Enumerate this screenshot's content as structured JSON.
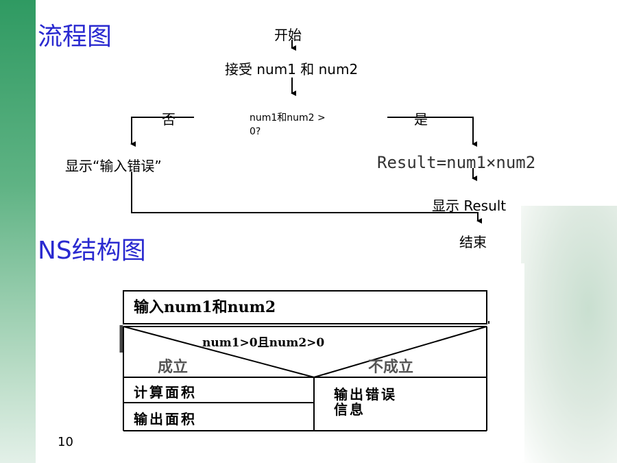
{
  "slide": {
    "title_flow": "流程图",
    "title_ns": "NS结构图",
    "page_number": "10"
  },
  "flowchart": {
    "start": "开始",
    "input": "接受 num1 和 num2",
    "condition": "num1和num2 > 0?",
    "branch_no": "否",
    "branch_yes": "是",
    "error": "显示“输入错误”",
    "compute": "Result=num1×num2",
    "show_result": "显示 Result",
    "end": "结束"
  },
  "ns_diagram": {
    "input": "输入num1和num2",
    "condition": "num1>0且num2>0",
    "true_label": "成立",
    "false_label": "不成立",
    "true_step1": "计算面积",
    "true_step2": "输出面积",
    "false_step_line1": "输出错误",
    "false_step_line2": "信息"
  },
  "colors": {
    "title": "#2a2ad0",
    "sidebar": "#2f9a62"
  }
}
